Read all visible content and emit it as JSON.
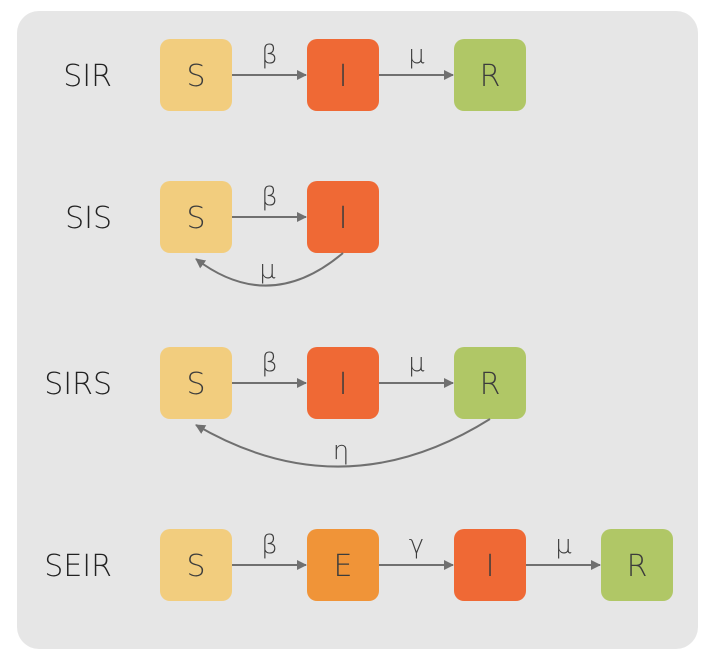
{
  "colors": {
    "panel": "#e6e6e6",
    "S": "#f2cd7e",
    "I": "#ef6935",
    "R": "#b0c766",
    "E": "#f09438",
    "arrow": "#707070"
  },
  "models": [
    {
      "label": "SIR",
      "nodes": [
        "S",
        "I",
        "R"
      ],
      "forward_rates": [
        "β",
        "μ"
      ],
      "return": null
    },
    {
      "label": "SIS",
      "nodes": [
        "S",
        "I"
      ],
      "forward_rates": [
        "β"
      ],
      "return": {
        "from": "I",
        "to": "S",
        "rate": "μ"
      }
    },
    {
      "label": "SIRS",
      "nodes": [
        "S",
        "I",
        "R"
      ],
      "forward_rates": [
        "β",
        "μ"
      ],
      "return": {
        "from": "R",
        "to": "S",
        "rate": "η"
      }
    },
    {
      "label": "SEIR",
      "nodes": [
        "S",
        "E",
        "I",
        "R"
      ],
      "forward_rates": [
        "β",
        "γ",
        "μ"
      ],
      "return": null
    }
  ]
}
